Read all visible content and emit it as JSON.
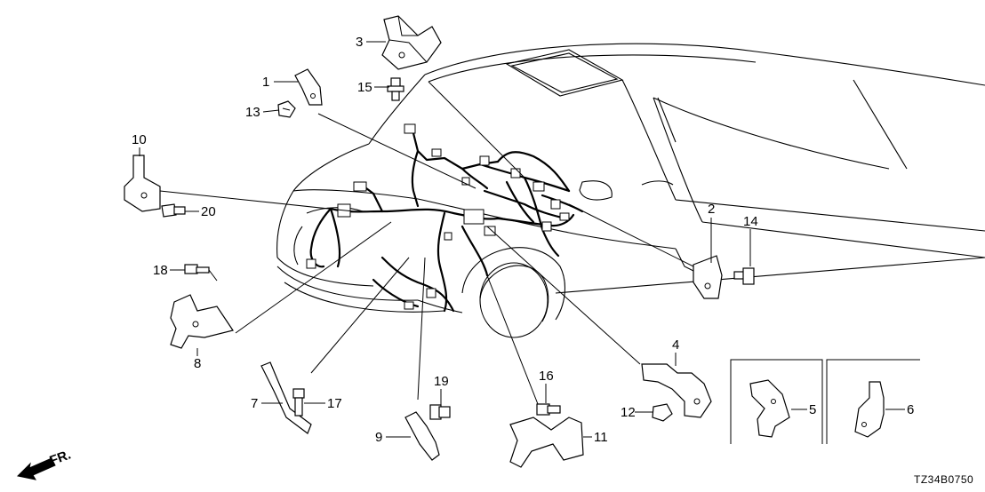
{
  "figure_code": "TZ34B0750",
  "direction_label": "FR.",
  "callouts": {
    "p1": "1",
    "p2": "2",
    "p3": "3",
    "p4": "4",
    "p5": "5",
    "p6": "6",
    "p7": "7",
    "p8": "8",
    "p9": "9",
    "p10": "10",
    "p11": "11",
    "p12": "12",
    "p13": "13",
    "p14": "14",
    "p15": "15",
    "p16": "16",
    "p17": "17",
    "p18": "18",
    "p19": "19",
    "p20": "20"
  }
}
